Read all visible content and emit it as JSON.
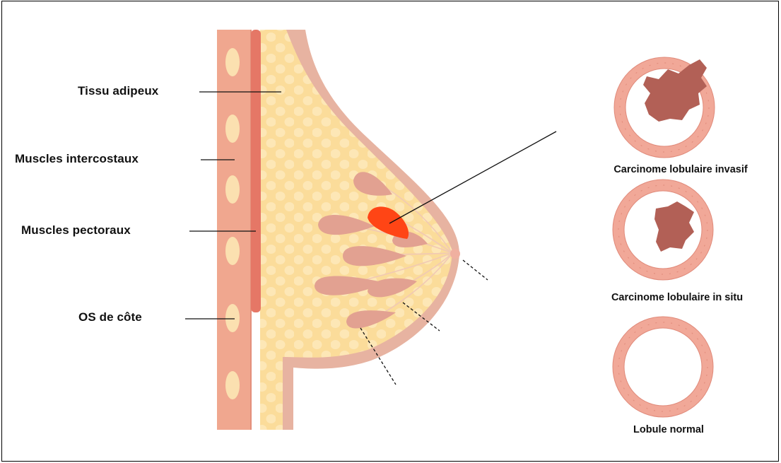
{
  "labels": {
    "fat_tissue": "Tissu adipeux",
    "intercostal_muscles": "Muscles intercostaux",
    "pectoral_muscles": "Muscles pectoraux",
    "rib_bone": "OS de côte"
  },
  "lobules": [
    {
      "id": "invasive",
      "caption": "Carcinome lobulaire invasif"
    },
    {
      "id": "in-situ",
      "caption": "Carcinome lobulaire in situ"
    },
    {
      "id": "normal",
      "caption": "Lobule normal"
    }
  ],
  "colors": {
    "chest_wall": "#f0a78f",
    "rib": "#fbe0b0",
    "pectoral_muscle": "#e57766",
    "fat_tissue": "#fbdc9a",
    "fat_cell": "#fde7b6",
    "skin": "#e7b3a1",
    "lobule": "#e2a191",
    "tumor": "#ff4515",
    "lobule_ring": "#f1a898",
    "carcinoma_cells": "#b26056"
  }
}
